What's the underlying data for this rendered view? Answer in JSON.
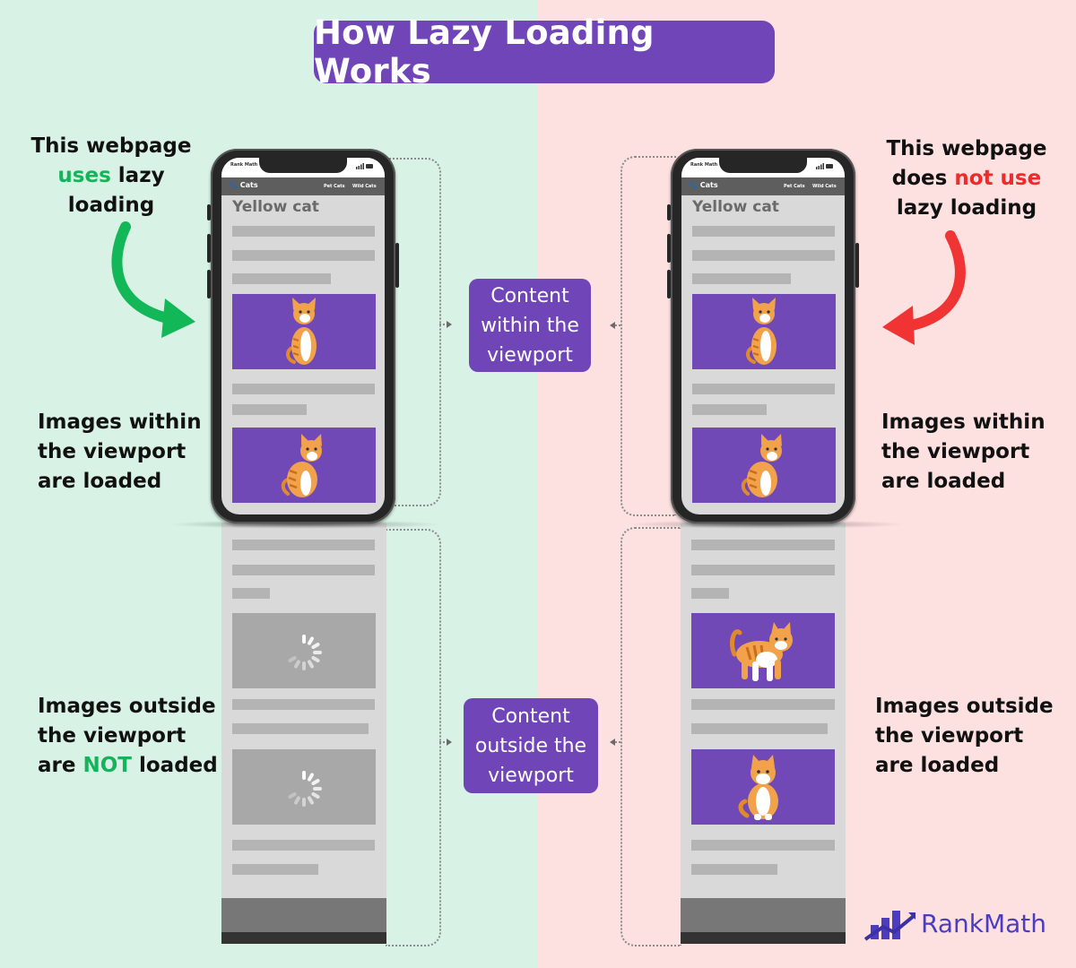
{
  "title": "How Lazy Loading Works",
  "left": {
    "top_caption": [
      "This webpage",
      "uses",
      " lazy",
      "loading"
    ],
    "inside_caption": [
      "Images within",
      "the viewport",
      "are loaded"
    ],
    "outside_caption": [
      "Images outside",
      "the viewport",
      "are ",
      "NOT",
      " loaded"
    ]
  },
  "right": {
    "top_caption": [
      "This webpage",
      "does ",
      "not use",
      "lazy loading"
    ],
    "inside_caption": [
      "Images within",
      "the viewport",
      "are loaded"
    ],
    "outside_caption": [
      "Images outside",
      "the viewport",
      "are loaded"
    ]
  },
  "badges": {
    "within": [
      "Content",
      "within the",
      "viewport"
    ],
    "outside": [
      "Content",
      "outside the",
      "viewport"
    ]
  },
  "phone": {
    "status_brand": "Rank Math",
    "nav_logo": "Cats",
    "nav_link_1": "Pet Cats",
    "nav_link_2": "Wild Cats",
    "page_heading": "Yellow cat"
  },
  "brand": "RankMath",
  "colors": {
    "purple": "#7045b8",
    "green": "#16b45a",
    "red": "#ef2a2a",
    "bg_left": "#d8f3e5",
    "bg_right": "#fde0e0"
  }
}
